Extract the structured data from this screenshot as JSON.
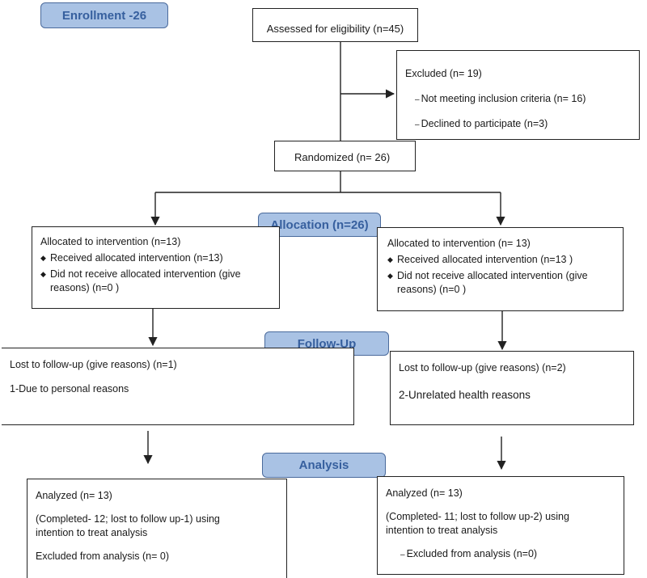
{
  "stages": {
    "enrollment": "Enrollment -26",
    "allocation": "Allocation (n=26)",
    "follow_up": "Follow-Up",
    "analysis": "Analysis"
  },
  "assessed": "Assessed for eligibility (n=45)",
  "excluded": {
    "title": "Excluded (n= 19)",
    "items": [
      "Not meeting inclusion criteria (n= 16)",
      "Declined to participate (n=3)"
    ]
  },
  "randomized": "Randomized (n= 26)",
  "allocation_left": {
    "title": "Allocated to intervention (n=13)",
    "received": "Received allocated intervention (n=13)",
    "not_received_1": "Did not receive allocated intervention (give",
    "not_received_2": "reasons) (n=0  )"
  },
  "allocation_right": {
    "title": "Allocated to intervention (n= 13)",
    "received": "Received allocated intervention (n=13 )",
    "not_received_1": "Did not receive allocated intervention (give",
    "not_received_2": "reasons) (n=0  )"
  },
  "followup_left": {
    "title": "Lost to follow-up (give reasons) (n=1)",
    "reason": "1-Due to personal reasons"
  },
  "followup_right": {
    "title": "Lost to follow-up (give reasons) (n=2)",
    "reason": "2-Unrelated health reasons"
  },
  "analysis_left": {
    "title": "Analyzed (n=  13)",
    "completed": "(Completed- 12; lost to follow up-1) using intention to treat analysis",
    "excluded": "Excluded from analysis (n= 0)"
  },
  "analysis_right": {
    "title": "Analyzed (n= 13)",
    "completed": "(Completed- 11; lost to follow up-2) using intention to treat analysis",
    "excluded": "Excluded from analysis (n=0)"
  },
  "symbols": {
    "bullet": "◆",
    "dash": "–"
  }
}
